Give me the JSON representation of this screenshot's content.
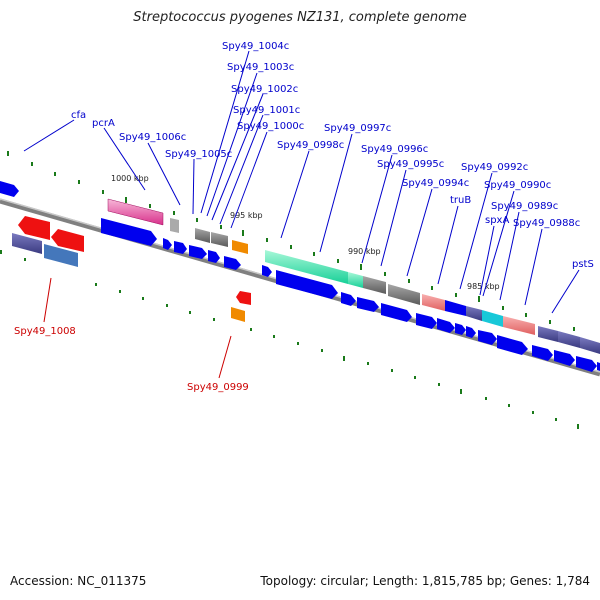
{
  "title": "Streptococcus pyogenes NZ131, complete genome",
  "accession": "Accession: NC_011375",
  "topology": "Topology: circular; Length: 1,815,785 bp; Genes: 1,784",
  "colors": {
    "backbone": "#808080",
    "forward": "#0000ee",
    "label_forward": "#0000cc",
    "label_reverse": "#cc0000",
    "pink": "#e0449a",
    "grey": "#6f6f6f",
    "orange": "#f08a00",
    "red": "#ee1111",
    "teal": "#22e8a8",
    "salmon": "#ec7777",
    "slate": "#4b4b96",
    "cyan": "#18c8d8",
    "tick_marks": "#1a7a1a"
  },
  "ticks": [
    {
      "label": "1000 kbp"
    },
    {
      "label": "995 kbp"
    },
    {
      "label": "990 kbp"
    },
    {
      "label": "985 kbp"
    }
  ],
  "labels": {
    "cfa": "cfa",
    "pcrA": "pcrA",
    "spy1006c": "Spy49_1006c",
    "spy1005c": "Spy49_1005c",
    "spy1004c": "Spy49_1004c",
    "spy1003c": "Spy49_1003c",
    "spy1002c": "Spy49_1002c",
    "spy1001c": "Spy49_1001c",
    "spy1000c": "Spy49_1000c",
    "spy0998c": "Spy49_0998c",
    "spy0997c": "Spy49_0997c",
    "spy0996c": "Spy49_0996c",
    "spy0995c": "Spy49_0995c",
    "spy0994c": "Spy49_0994c",
    "spy0992c": "Spy49_0992c",
    "truB": "truB",
    "spy0990c": "Spy49_0990c",
    "spxA": "spxA",
    "spy0989c": "Spy49_0989c",
    "spy0988c": "Spy49_0988c",
    "pstS": "pstS",
    "spy1008": "Spy49_1008",
    "spy0999": "Spy49_0999"
  }
}
